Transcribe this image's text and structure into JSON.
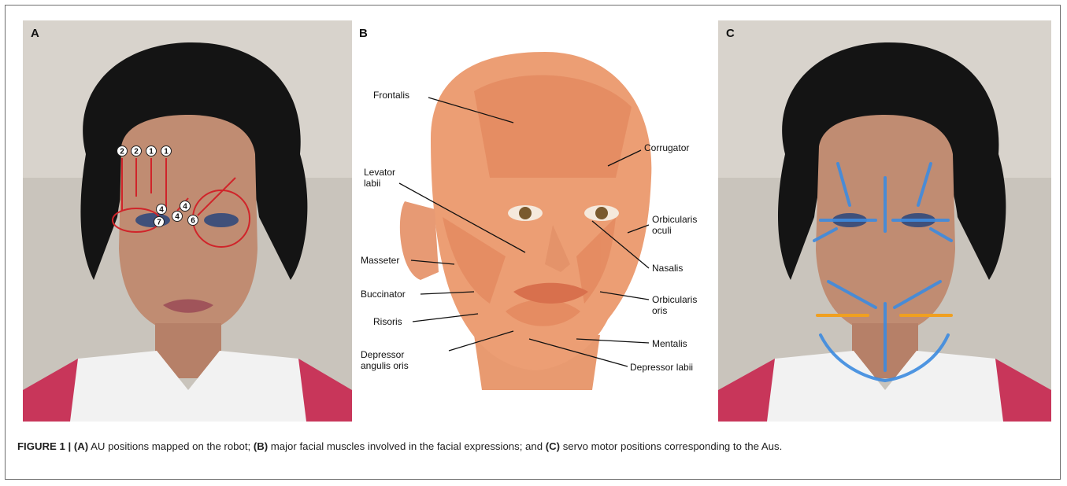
{
  "figure": {
    "panel_a_label": "A",
    "panel_b_label": "B",
    "panel_c_label": "C",
    "panel_a_markers": [
      "2",
      "2",
      "1",
      "1",
      "4",
      "4",
      "4",
      "7",
      "6"
    ],
    "panel_b_muscles": {
      "frontalis": "Frontalis",
      "corrugator": "Corrugator",
      "levator_1": "Levator",
      "levator_2": "labii",
      "orbicularis_oculi_1": "Orbicularis",
      "orbicularis_oculi_2": "oculi",
      "masseter": "Masseter",
      "nasalis": "Nasalis",
      "buccinator": "Buccinator",
      "orbicularis_oris_1": "Orbicularis",
      "orbicularis_oris_2": "oris",
      "risoris": "Risoris",
      "mentalis": "Mentalis",
      "depressor_angulis_1": "Depressor",
      "depressor_angulis_2": "angulis oris",
      "depressor_labii": "Depressor labii"
    }
  },
  "caption": {
    "lead": "FIGURE 1 | ",
    "a_tag": "(A)",
    "a_text": " AU positions mapped on the robot; ",
    "b_tag": "(B)",
    "b_text": " major facial muscles involved in the facial expressions; and ",
    "c_tag": "(C)",
    "c_text": " servo motor positions corresponding to the Aus."
  }
}
